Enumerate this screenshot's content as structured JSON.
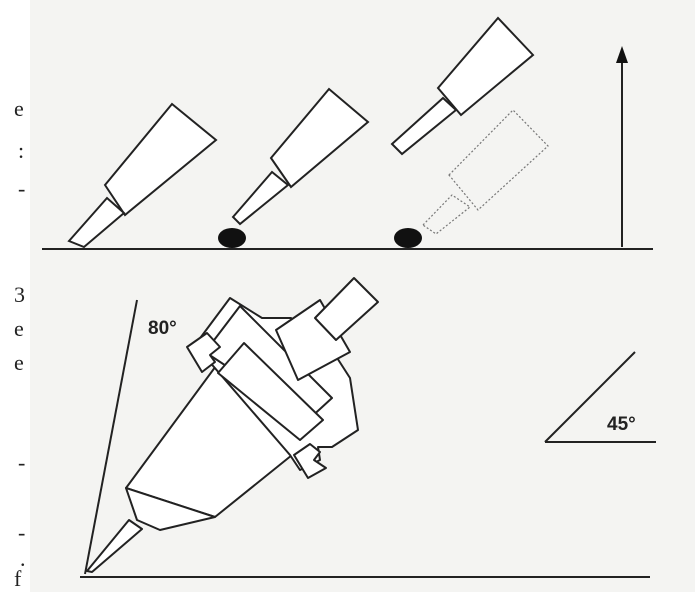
{
  "edge_fragments": [
    "e",
    ":",
    "-",
    "3",
    "e",
    "e",
    "-",
    "-",
    ".",
    "f"
  ],
  "labels": {
    "angle_80": "80°",
    "angle_45": "45°"
  }
}
